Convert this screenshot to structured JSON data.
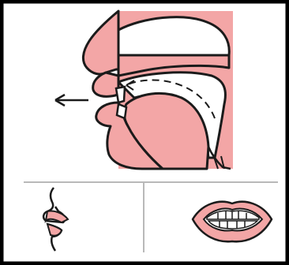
{
  "diagram": {
    "colors": {
      "frame": "#000000",
      "tissue": "#f3a6a6",
      "outline": "#1b1b1b",
      "divider": "#b9b9b9",
      "background": "#ffffff"
    },
    "panels": [
      {
        "id": "sagittal",
        "icons": [
          "head-section-icon",
          "airflow-arrow-icon"
        ]
      },
      {
        "id": "lip-side",
        "icons": [
          "lip-profile-icon"
        ]
      },
      {
        "id": "mouth-front",
        "icons": [
          "open-mouth-icon"
        ]
      }
    ]
  }
}
